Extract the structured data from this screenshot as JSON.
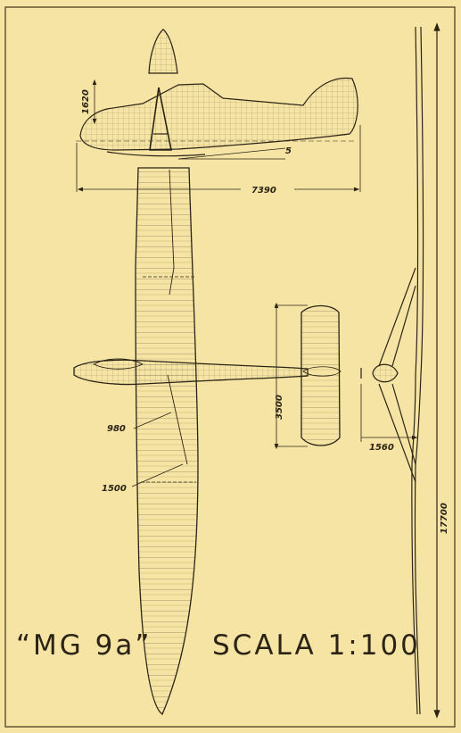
{
  "drawing": {
    "aircraft_name": "“MG 9a”",
    "scale_label": "SCALA 1:100",
    "dimensions": {
      "height_side_view": "1620",
      "incidence_mark": "5",
      "fuselage_length": "7390",
      "tailplane_span": "3500",
      "tail_height_front": "1560",
      "wing_dim_inner": "980",
      "wing_dim_outer": "1500",
      "wingspan": "17700"
    }
  },
  "colors": {
    "paper": "#f6e4a4",
    "ink": "#2b2416",
    "border": "#5a4b2a"
  }
}
